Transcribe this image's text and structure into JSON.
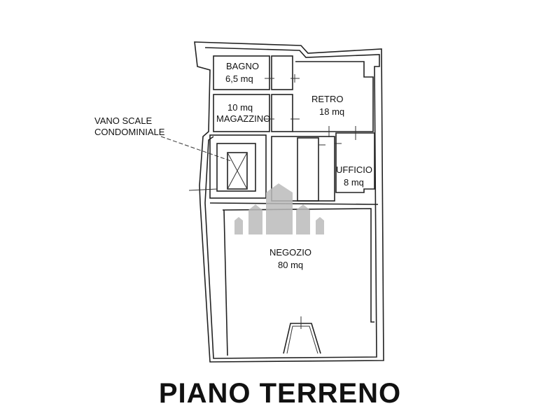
{
  "rooms": {
    "bagno": {
      "name": "BAGNO",
      "area": "6,5 mq"
    },
    "magazzino": {
      "name": "MAGAZZINO",
      "area": "10 mq"
    },
    "retro": {
      "name": "RETRO",
      "area": "18 mq"
    },
    "ufficio": {
      "name": "UFFICIO",
      "area": "8 mq"
    },
    "negozio": {
      "name": "NEGOZIO",
      "area": "80 mq"
    }
  },
  "callout": {
    "line1": "VANO SCALE",
    "line2": "CONDOMINIALE"
  },
  "title": "PIANO TERRENO"
}
